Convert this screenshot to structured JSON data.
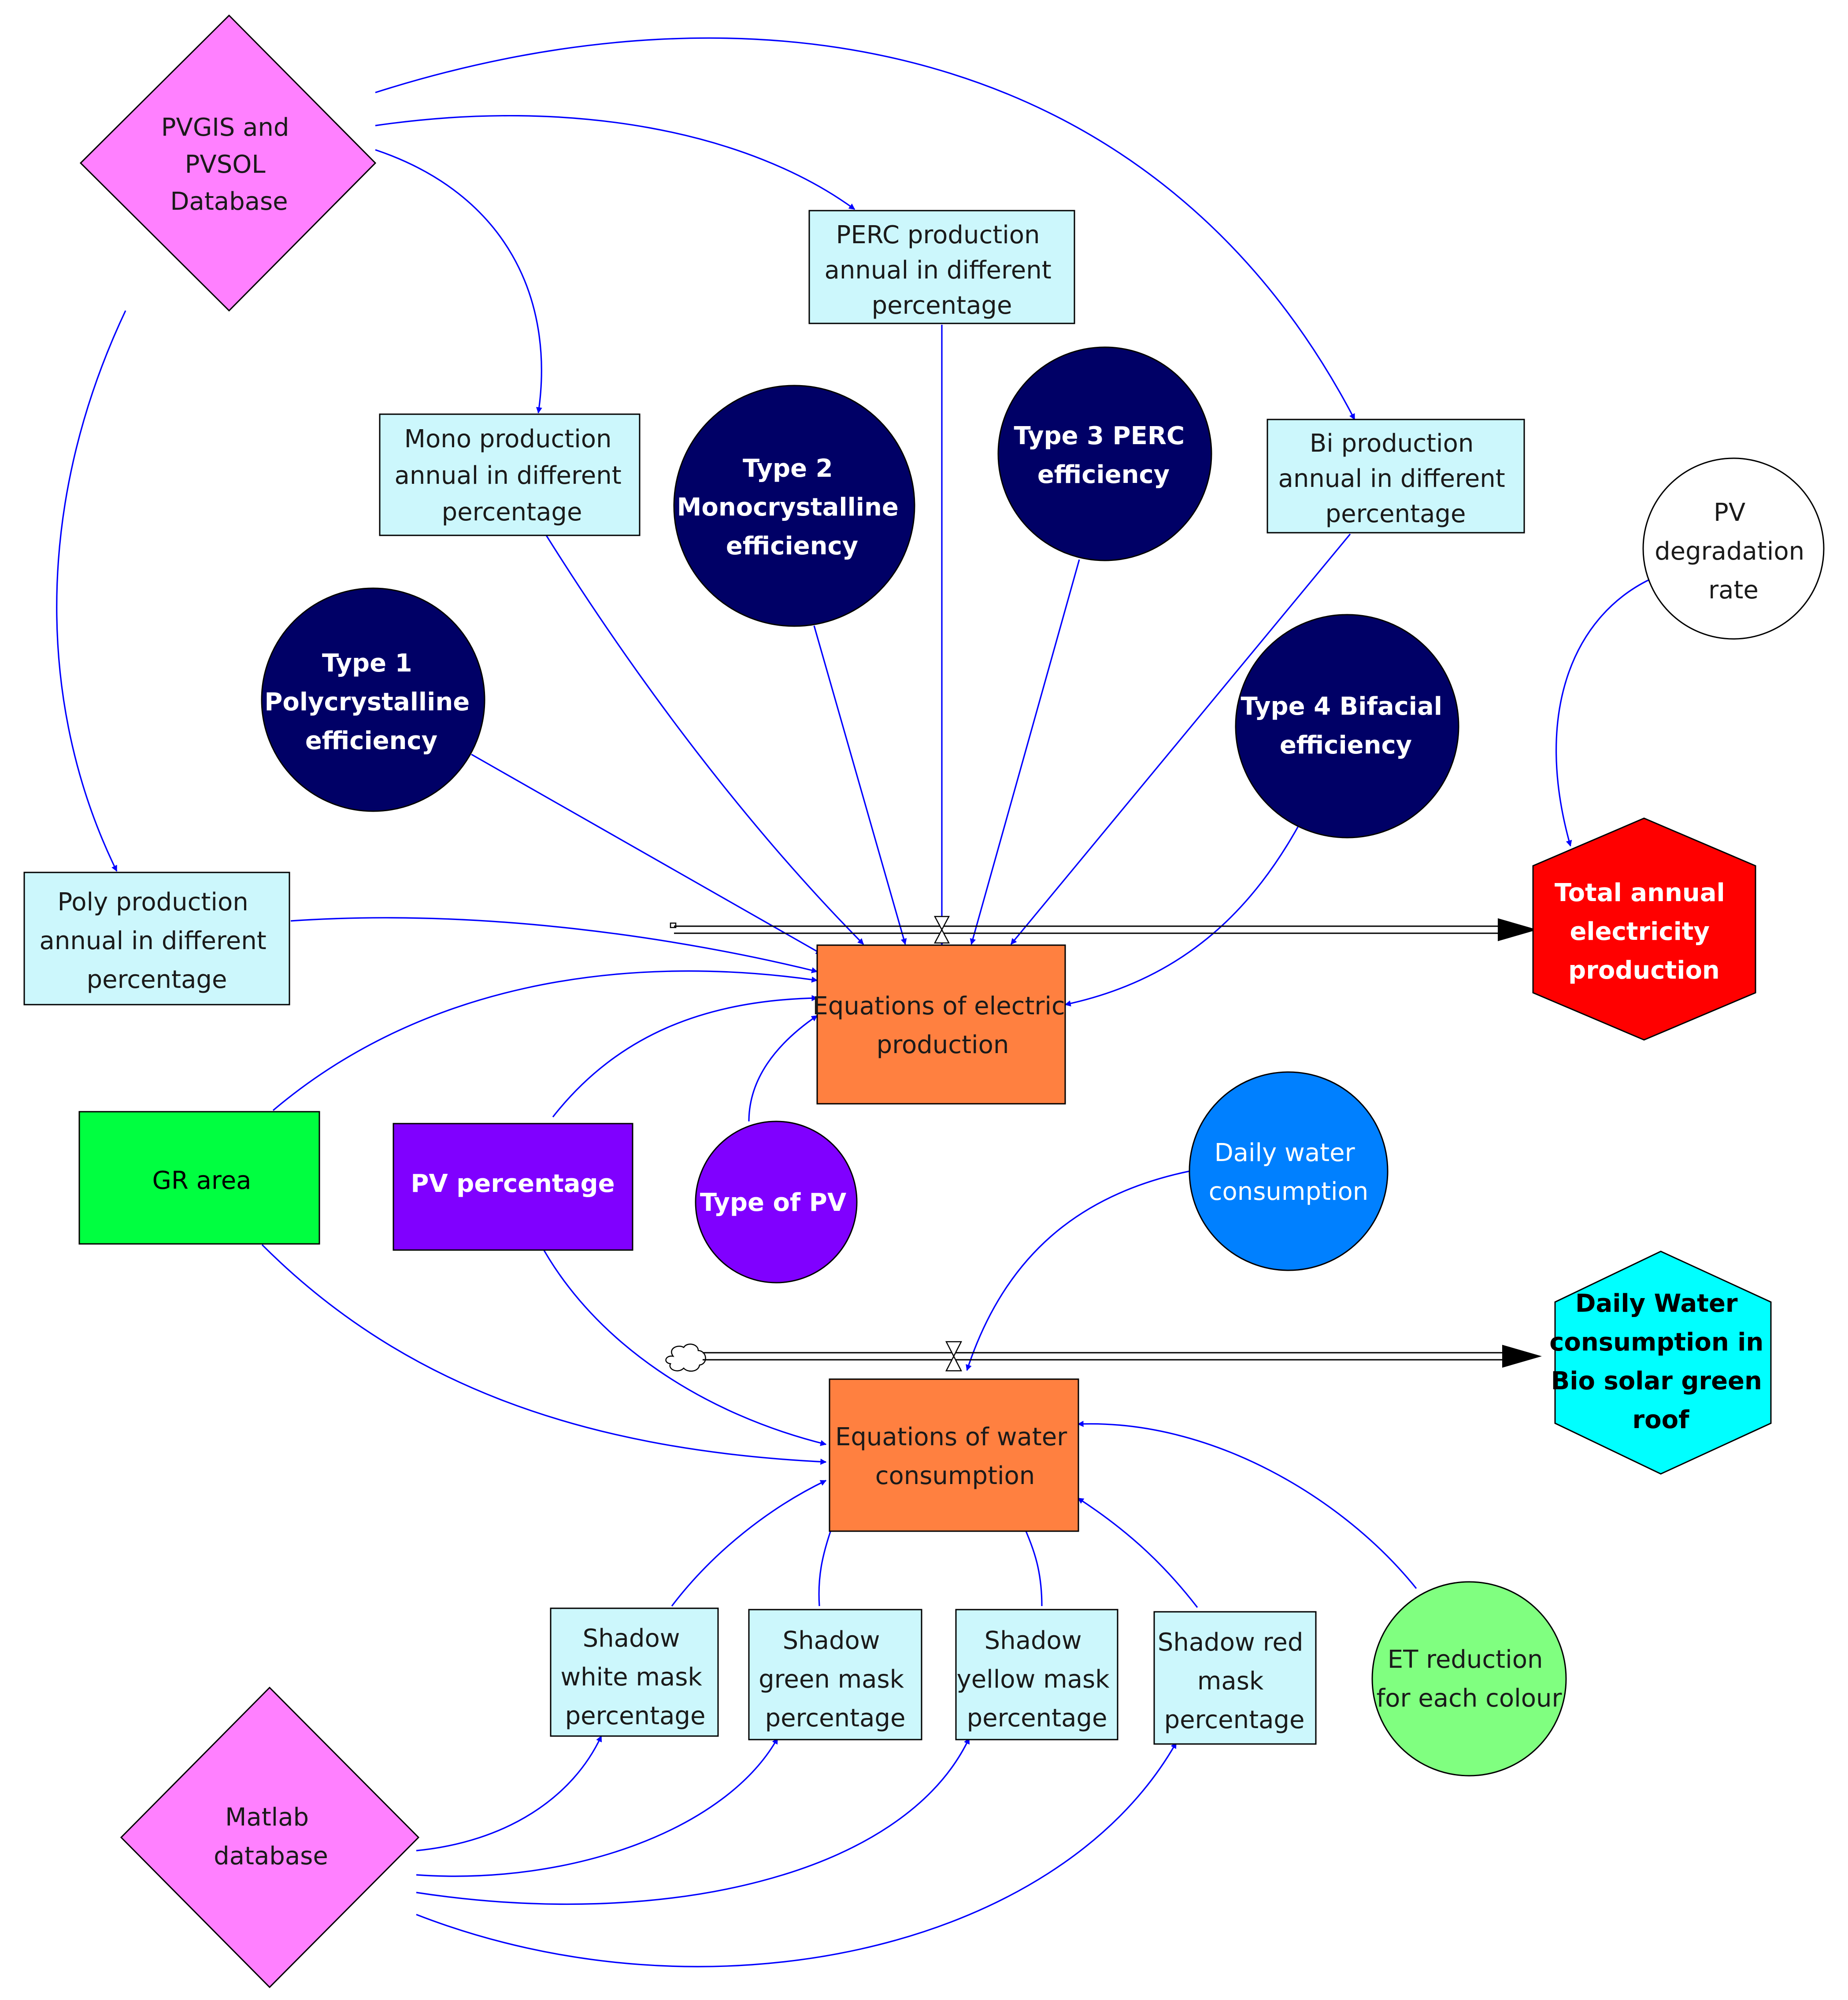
{
  "colors": {
    "database": "#ff80ff",
    "production_box": "#ccf7fc",
    "efficiency_circle": "#000066",
    "equation_box": "#ff8040",
    "stock_electricity": "#ff0000",
    "stock_water": "#00ffff",
    "gr_area": "#00ff40",
    "pv_percentage": "#8000ff",
    "daily_water": "#0080ff",
    "et_reduction": "#80ff80",
    "link": "#0000ff"
  },
  "nodes": {
    "pvgis_db": {
      "lines": [
        "PVGIS and",
        "PVSOL",
        "Database"
      ]
    },
    "matlab_db": {
      "lines": [
        "Matlab",
        "database"
      ]
    },
    "perc_prod": {
      "lines": [
        "PERC production",
        "annual in different",
        "percentage"
      ]
    },
    "mono_prod": {
      "lines": [
        "Mono production",
        "annual in different",
        "percentage"
      ]
    },
    "bi_prod": {
      "lines": [
        "Bi production",
        "annual in different",
        "percentage"
      ]
    },
    "poly_prod": {
      "lines": [
        "Poly production",
        "annual in different",
        "percentage"
      ]
    },
    "type1": {
      "lines": [
        "Type 1",
        "Polycrystalline",
        "efficiency"
      ]
    },
    "type2": {
      "lines": [
        "Type 2",
        "Monocrystalline",
        "efficiency"
      ]
    },
    "type3": {
      "lines": [
        "Type 3 PERC",
        "efficiency"
      ]
    },
    "type4": {
      "lines": [
        "Type 4 Bifacial",
        "efficiency"
      ]
    },
    "pv_degradation": {
      "lines": [
        "PV",
        "degradation",
        "rate"
      ]
    },
    "eq_electric": {
      "lines": [
        "Equations of electric",
        "production"
      ]
    },
    "total_electricity": {
      "lines": [
        "Total annual",
        "electricity",
        "production"
      ]
    },
    "gr_area": {
      "lines": [
        "GR area"
      ]
    },
    "pv_percentage": {
      "lines": [
        "PV percentage"
      ]
    },
    "type_of_pv": {
      "lines": [
        "Type of PV"
      ]
    },
    "daily_water": {
      "lines": [
        "Daily water",
        "consumption"
      ]
    },
    "eq_water": {
      "lines": [
        "Equations of water",
        "consumption"
      ]
    },
    "daily_water_stock": {
      "lines": [
        "Daily Water",
        "consumption in",
        "Bio solar green",
        "roof"
      ]
    },
    "shadow_white": {
      "lines": [
        "Shadow",
        "white mask",
        "percentage"
      ]
    },
    "shadow_green": {
      "lines": [
        "Shadow",
        "green mask",
        "percentage"
      ]
    },
    "shadow_yellow": {
      "lines": [
        "Shadow",
        "yellow mask",
        "percentage"
      ]
    },
    "shadow_red": {
      "lines": [
        "Shadow red",
        "mask",
        "percentage"
      ]
    },
    "et_reduction": {
      "lines": [
        "ET reduction",
        "for each colour"
      ]
    }
  }
}
